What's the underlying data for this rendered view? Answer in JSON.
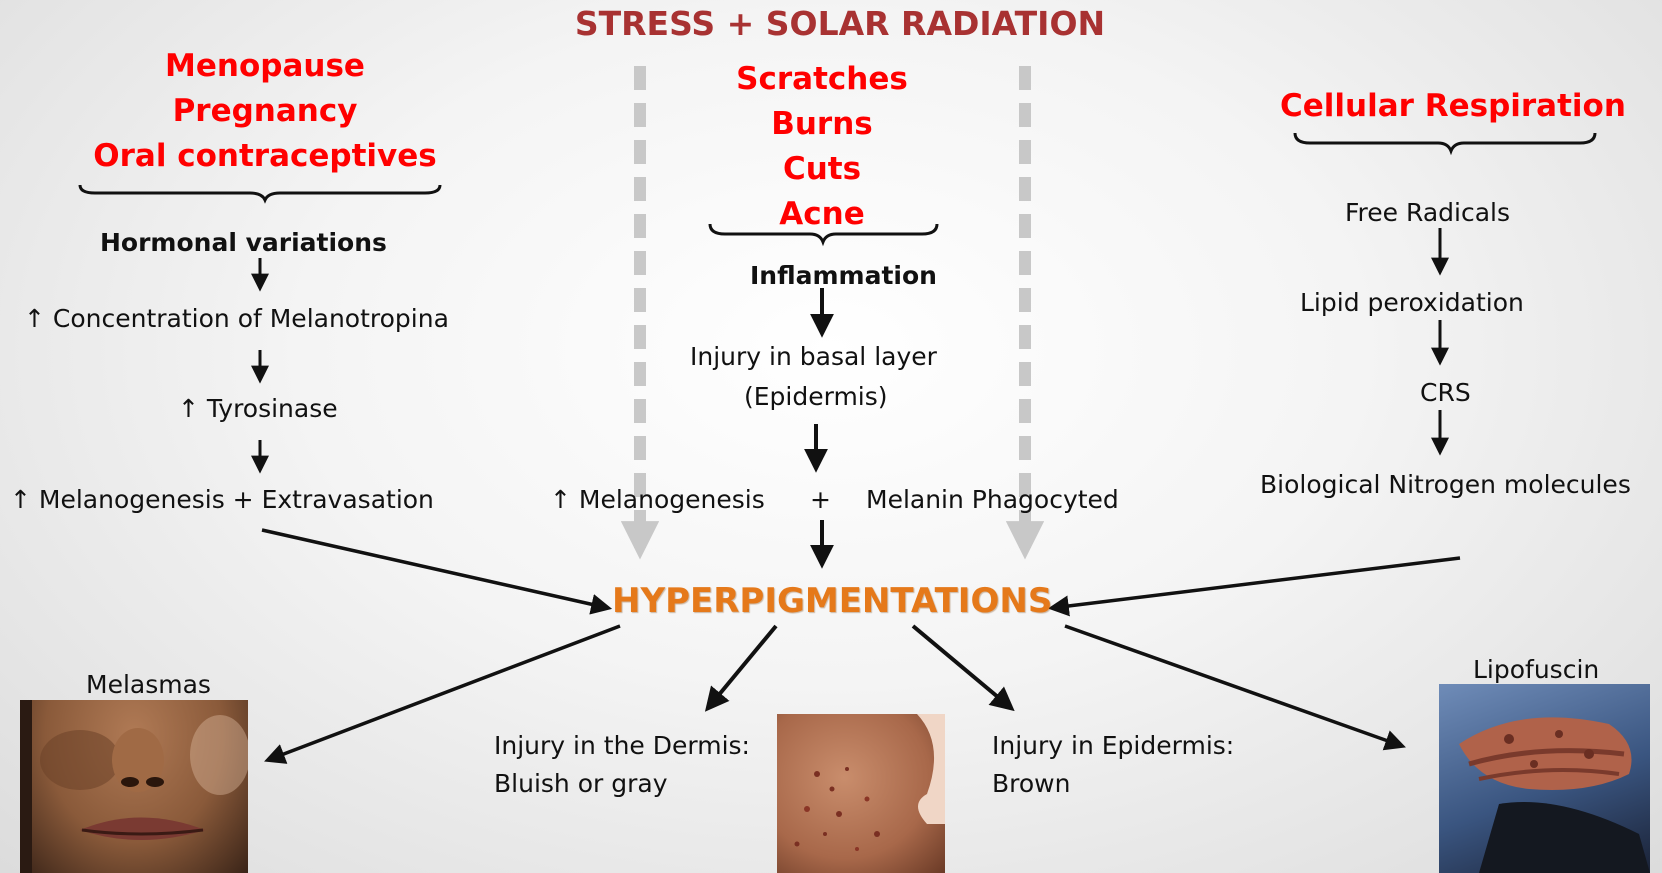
{
  "title": "STRESS + SOLAR RADIATION",
  "center_node": "HYPERPIGMENTATIONS",
  "colors": {
    "title": "#a83232",
    "cause": "#ff0000",
    "center": "#e5791a",
    "dashed_arrow": "#c8c8c8",
    "text": "#111111"
  },
  "left_branch": {
    "causes": [
      "Menopause",
      "Pregnancy",
      "Oral contraceptives"
    ],
    "steps": [
      "Hormonal variations",
      "↑ Concentration of Melanotropina",
      "↑ Tyrosinase",
      "↑ Melanogenesis +  Extravasation"
    ]
  },
  "middle_branch": {
    "causes": [
      "Scratches",
      "Burns",
      "Cuts",
      "Acne"
    ],
    "steps": [
      "Inflammation",
      "Injury in basal layer",
      "(Epidermis)",
      "↑ Melanogenesis",
      "+",
      "Melanin Phagocyted"
    ]
  },
  "right_branch": {
    "cause": "Cellular Respiration",
    "steps": [
      "Free Radicals",
      "Lipid peroxidation",
      "CRS",
      "Biological Nitrogen molecules"
    ]
  },
  "outcomes": {
    "melasmas": "Melasmas",
    "dermis": [
      "Injury in the Dermis:",
      "Bluish or gray"
    ],
    "epidermis": [
      "Injury in Epidermis:",
      "Brown"
    ],
    "lipofuscin": "Lipofuscin"
  }
}
